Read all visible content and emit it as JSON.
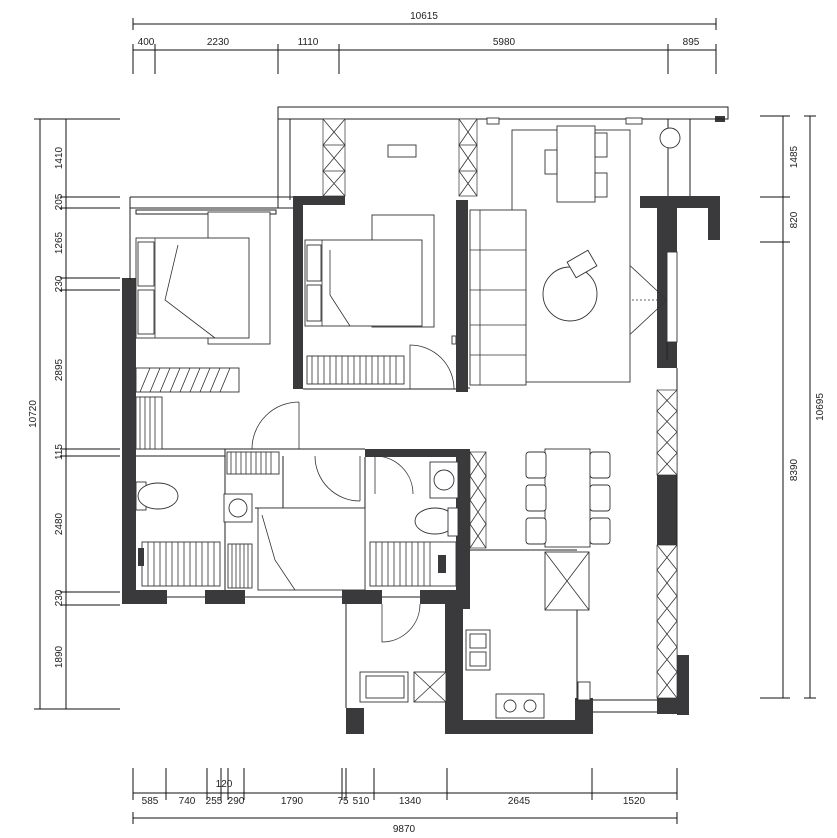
{
  "plan": {
    "wall_color": "#3a3a3c",
    "line_color": "#222222",
    "top_dims": {
      "total": "10615",
      "segments": [
        "400",
        "2230",
        "1110",
        "5980",
        "895"
      ]
    },
    "bottom_dims": {
      "total": "9870",
      "segments": [
        "585",
        "740",
        "255",
        "120",
        "290",
        "1790",
        "75",
        "510",
        "1340",
        "2645",
        "1520"
      ]
    },
    "left_dims": {
      "total": "10720",
      "segments": [
        "1410",
        "205",
        "1265",
        "230",
        "2895",
        "115",
        "2480",
        "230",
        "1890"
      ]
    },
    "right_dims": {
      "total": "10695",
      "segments": [
        "1485",
        "820",
        "8390"
      ]
    }
  }
}
